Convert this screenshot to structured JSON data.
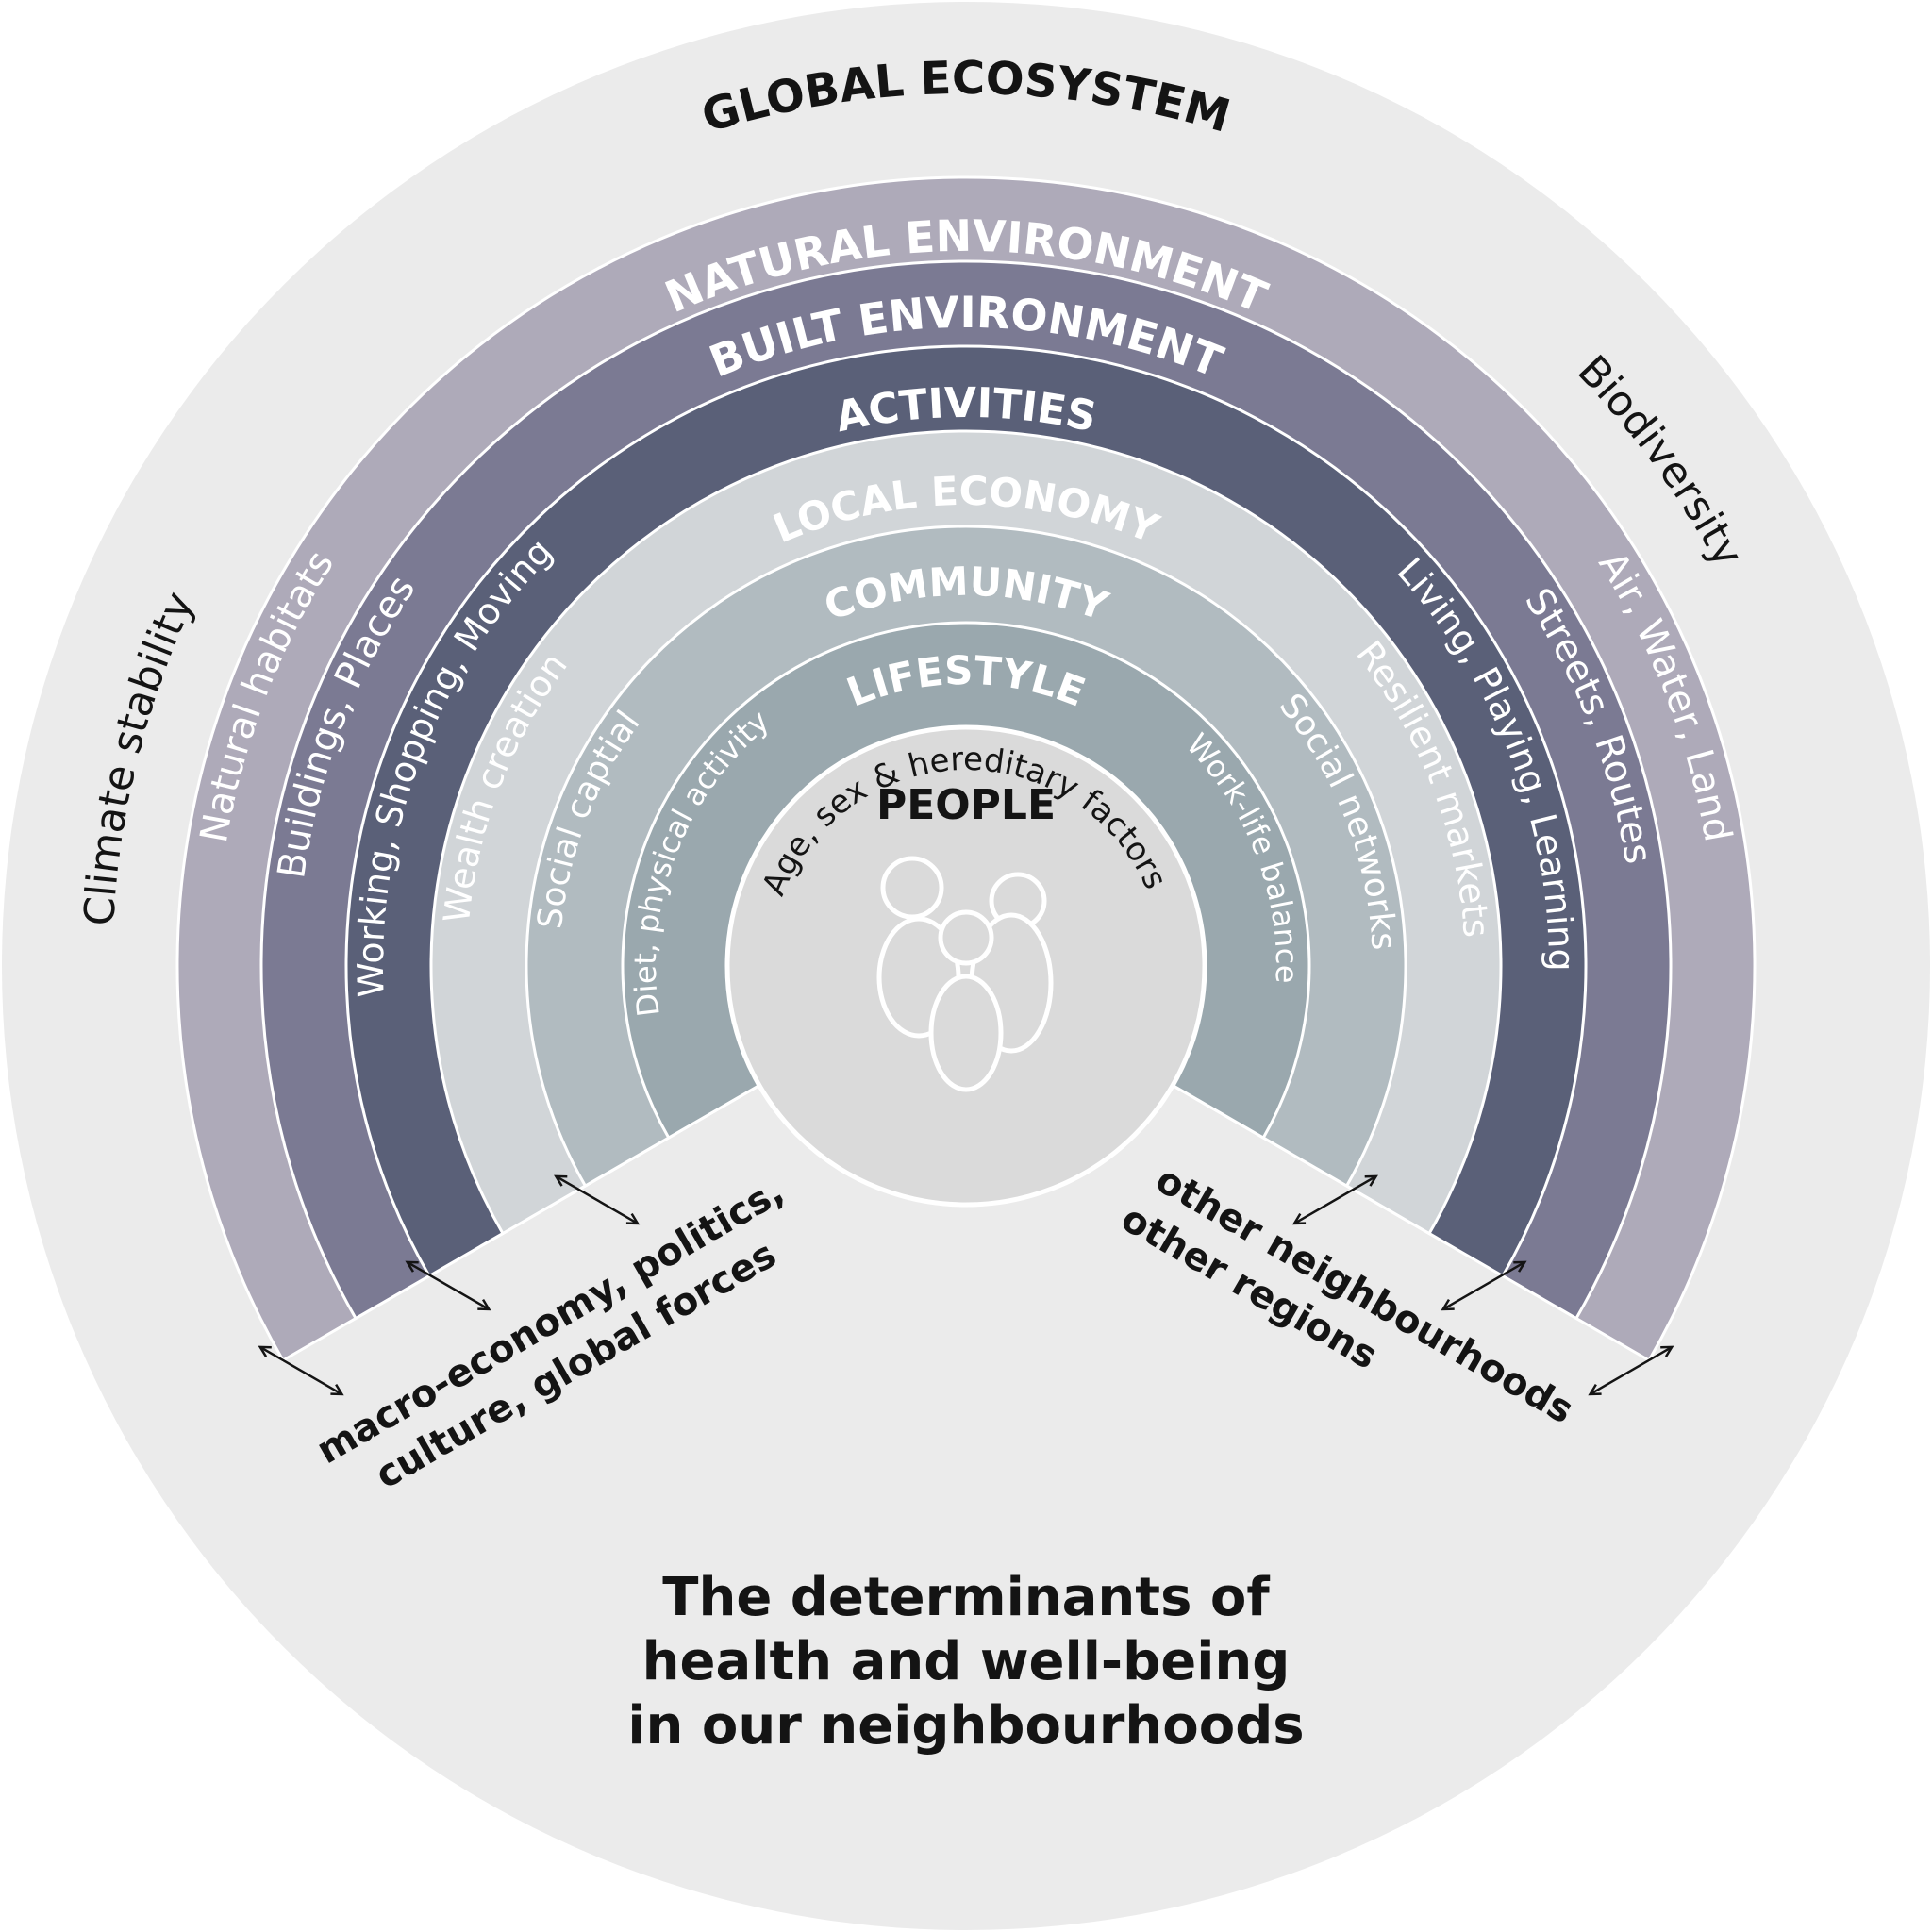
{
  "title_lines": [
    "The determinants of",
    "health and well-being",
    "in our neighbourhoods"
  ],
  "global": {
    "label": "GLOBAL ECOSYSTEM",
    "left": "Climate stability",
    "right": "Biodiversity"
  },
  "bands": [
    {
      "key": "natural",
      "label": "NATURAL ENVIRONMENT",
      "left": "Natural habitats",
      "right": "Air, Water, Land",
      "fill": "#aeaab9",
      "text_color": "#ffffff"
    },
    {
      "key": "built",
      "label": "BUILT ENVIRONMENT",
      "left": "Buildings, Places",
      "right": "Streets, Routes",
      "fill": "#7b7a93",
      "text_color": "#ffffff"
    },
    {
      "key": "activities",
      "label": "ACTIVITIES",
      "left": "Working, Shopping, Moving",
      "right": "Living, Playing, Learning",
      "fill": "#5a6078",
      "text_color": "#ffffff"
    },
    {
      "key": "local",
      "label": "LOCAL ECONOMY",
      "left": "Wealth creation",
      "right": "Resilient markets",
      "fill": "#d1d5d8",
      "text_color": "#ffffff"
    },
    {
      "key": "community",
      "label": "COMMUNITY",
      "left": "Social captial",
      "right": "Social networks",
      "fill": "#b1bbc0",
      "text_color": "#ffffff"
    },
    {
      "key": "lifestyle",
      "label": "LIFESTYLE",
      "left": "Diet, physical activity",
      "right": "Work-life balance",
      "fill": "#9aa8ae",
      "text_color": "#ffffff"
    }
  ],
  "people": {
    "label": "PEOPLE",
    "sub": "Age, sex & hereditary factors",
    "fill": "#dadada"
  },
  "external_left": [
    "macro-economy, politics,",
    "culture, global forces"
  ],
  "external_right": [
    "other neighbourhoods",
    "other regions"
  ],
  "colors": {
    "background": "#ebebeb",
    "dark_text": "#141414",
    "separator": "#ffffff"
  }
}
